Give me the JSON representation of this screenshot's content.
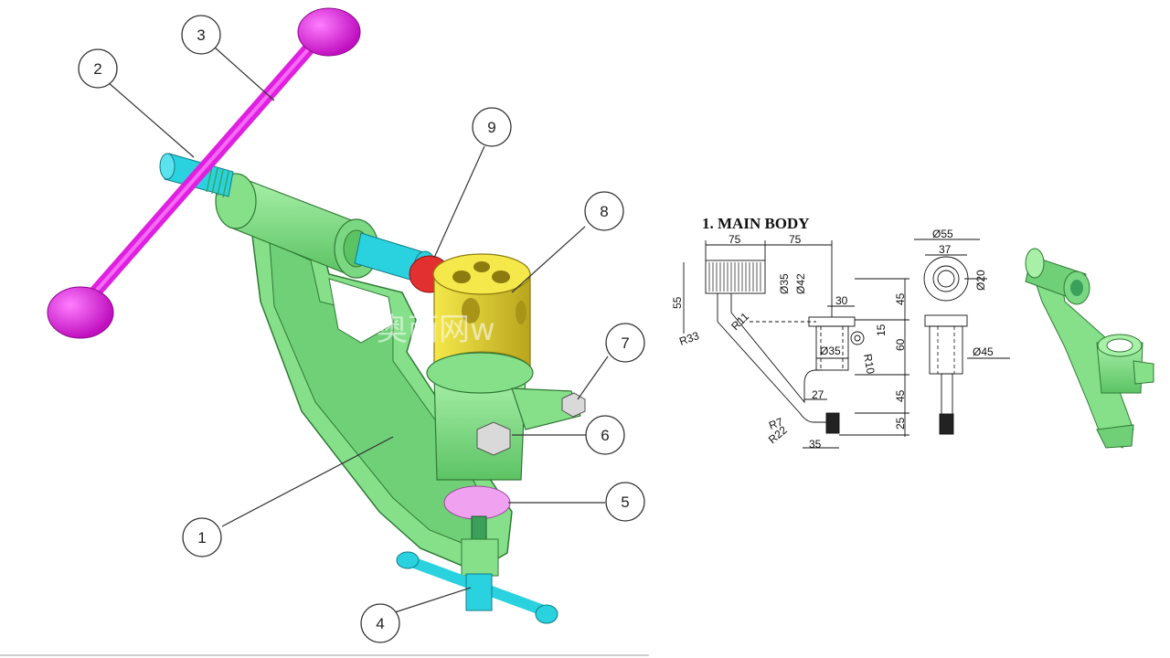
{
  "balloons": [
    {
      "id": "1",
      "label": "1"
    },
    {
      "id": "2",
      "label": "2"
    },
    {
      "id": "3",
      "label": "3"
    },
    {
      "id": "4",
      "label": "4"
    },
    {
      "id": "5",
      "label": "5"
    },
    {
      "id": "6",
      "label": "6"
    },
    {
      "id": "7",
      "label": "7"
    },
    {
      "id": "8",
      "label": "8"
    },
    {
      "id": "9",
      "label": "9"
    }
  ],
  "watermark": "奥西网w",
  "drawing": {
    "title": "1.  MAIN BODY",
    "dims": {
      "w75a": "75",
      "w75b": "75",
      "d35": "Ø35",
      "d42": "Ø42",
      "h55": "55",
      "r33": "R33",
      "r11": "R11",
      "w30": "30",
      "h45a": "45",
      "h15": "15",
      "h60": "60",
      "d35b": "Ø35",
      "r10": "R10",
      "w27": "27",
      "h45b": "45",
      "r7": "R7",
      "r22": "R22",
      "h25": "25",
      "w35": "35",
      "d55": "Ø55",
      "w37": "37",
      "d20": "Ø20",
      "d45": "Ø45"
    }
  },
  "colors": {
    "body": "#86e08a",
    "body_dark": "#4fa85a",
    "handle": "#e020e0",
    "shaft": "#29d2de",
    "nut": "#e8d83a",
    "nut_dark": "#b9a51d",
    "pad": "#f0a2f0",
    "ball": "#e23030",
    "bolt": "#d9d9d9"
  }
}
